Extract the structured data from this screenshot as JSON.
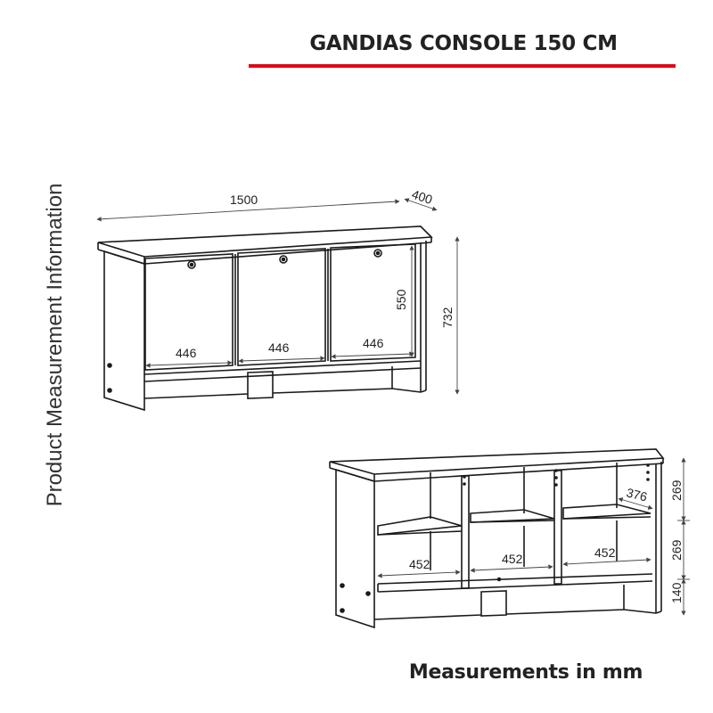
{
  "title": "GANDIAS CONSOLE 150 CM",
  "side_label": "Product Measurement Information",
  "footer": "Measurements in mm",
  "colors": {
    "accent": "#e30613",
    "line": "#1a1a1a",
    "dim_line": "#444444"
  },
  "front_view": {
    "width": "1500",
    "depth": "400",
    "door_height": "550",
    "total_height": "732",
    "door_width_1": "446",
    "door_width_2": "446",
    "door_width_3": "446"
  },
  "open_view": {
    "shelf_width_1": "452",
    "shelf_width_2": "452",
    "shelf_width_3": "452",
    "shelf_depth": "376",
    "compartment_height_top": "269",
    "compartment_height_middle": "269",
    "plinth_height": "140"
  }
}
